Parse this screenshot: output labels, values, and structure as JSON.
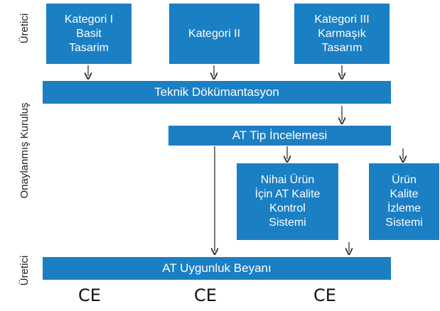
{
  "side_labels": {
    "top": "Üretici",
    "middle": "Onaylanmış Kuruluş",
    "bottom": "Üretici"
  },
  "boxes": {
    "category1": [
      "Kategori I",
      "Basit",
      "Tasarim"
    ],
    "category2": [
      "Kategori II"
    ],
    "category3": [
      "Kategori III",
      "Karmaşık",
      "Tasarım"
    ],
    "technical_documentation": "Teknik Dökümantasyon",
    "type_examination": "AT Tip İncelemesi",
    "final_product_qc": [
      "Nihai Ürün",
      "İçin AT Kalite",
      "Kontrol",
      "Sistemi"
    ],
    "product_quality_monitoring": [
      "Ürün",
      "Kalite",
      "İzleme",
      "Sistemi"
    ],
    "declaration_of_conformity": "AT Uygunluk Beyanı"
  },
  "marks": {
    "ce_mark": [
      "CE",
      "CE",
      "CE"
    ]
  },
  "colors": {
    "box_fill": "#1b7fc4",
    "box_text": "#ffffff",
    "arrow": "#333333"
  }
}
